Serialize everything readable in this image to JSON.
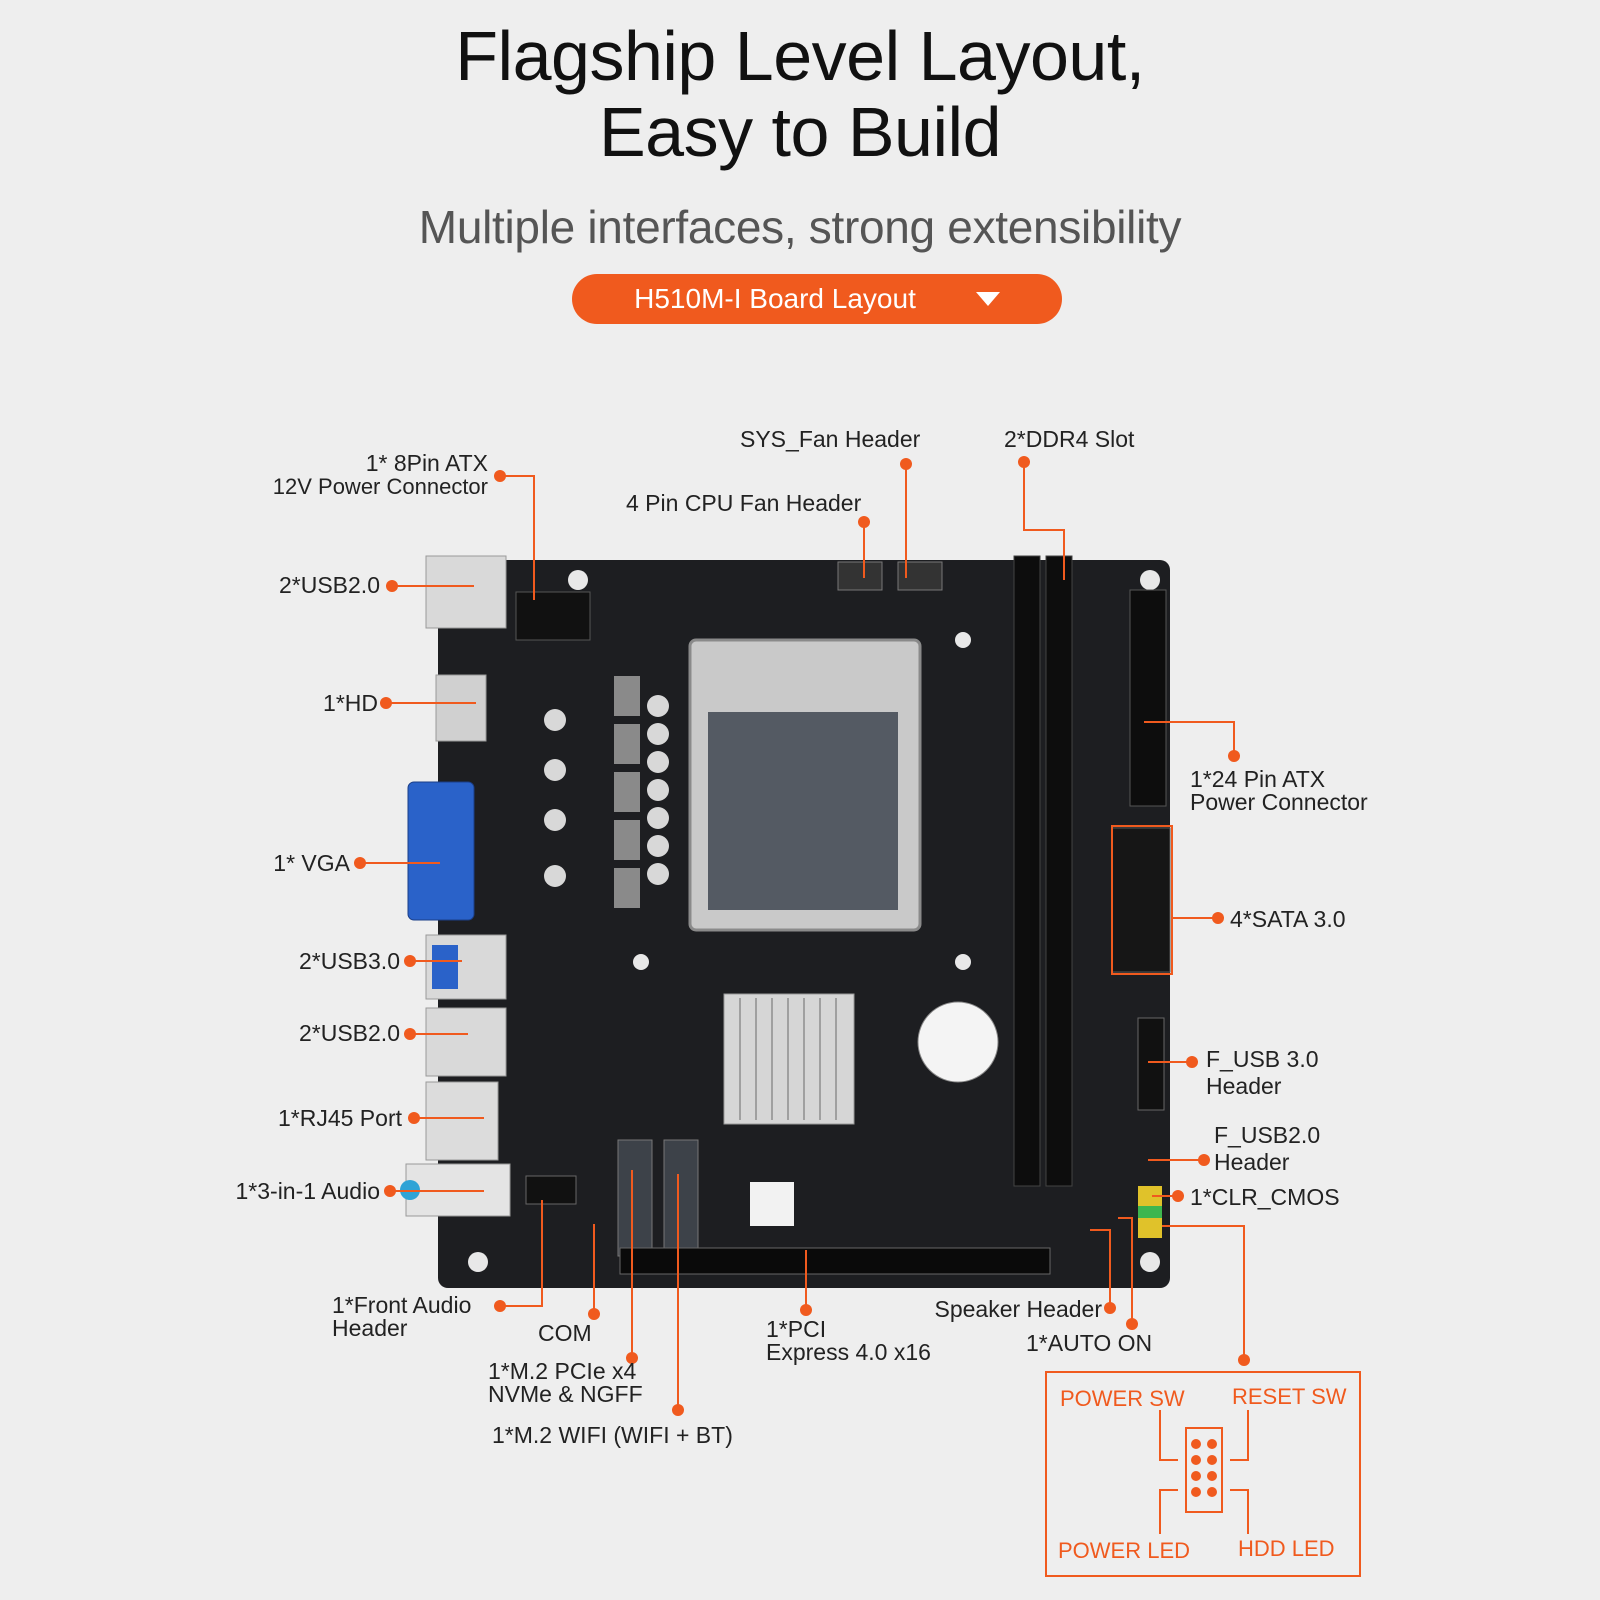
{
  "header": {
    "title_line1": "Flagship Level Layout,",
    "title_line2": "Easy to Build",
    "subtitle": "Multiple interfaces, strong extensibility",
    "pill_label": "H510M-I Board Layout"
  },
  "colors": {
    "accent": "#f05a1e",
    "board": "#1d1e21",
    "background": "#eeeeee"
  },
  "labels": {
    "atx8_l1": "1* 8Pin ATX",
    "atx8_l2": "12V Power Connector",
    "usb20_top": "2*USB2.0",
    "hd": "1*HD",
    "vga": "1* VGA",
    "usb30": "2*USB3.0",
    "usb20_bottom": "2*USB2.0",
    "rj45": "1*RJ45 Port",
    "audio": "1*3-in-1 Audio",
    "front_audio_l1": "1*Front Audio",
    "front_audio_l2": "Header",
    "com": "COM",
    "m2_nvme_l1": "1*M.2 PCIe x4",
    "m2_nvme_l2": "NVMe & NGFF",
    "m2_wifi": "1*M.2 WIFI (WIFI + BT)",
    "pcie_l1": "1*PCI",
    "pcie_l2": "Express 4.0 x16",
    "speaker": "Speaker Header",
    "auto_on": "1*AUTO ON",
    "sys_fan": "SYS_Fan Header",
    "cpu_fan": "4 Pin CPU Fan Header",
    "ddr4": "2*DDR4 Slot",
    "atx24_l1": "1*24 Pin ATX",
    "atx24_l2": "Power Connector",
    "sata": "4*SATA 3.0",
    "fusb30_l1": "F_USB 3.0",
    "fusb30_l2": "Header",
    "fusb20_l1": "F_USB2.0",
    "fusb20_l2": "Header",
    "clr_cmos": "1*CLR_CMOS"
  },
  "panel_box": {
    "power_sw": "POWER SW",
    "reset_sw": "RESET SW",
    "power_led": "POWER LED",
    "hdd_led": "HDD  LED"
  }
}
